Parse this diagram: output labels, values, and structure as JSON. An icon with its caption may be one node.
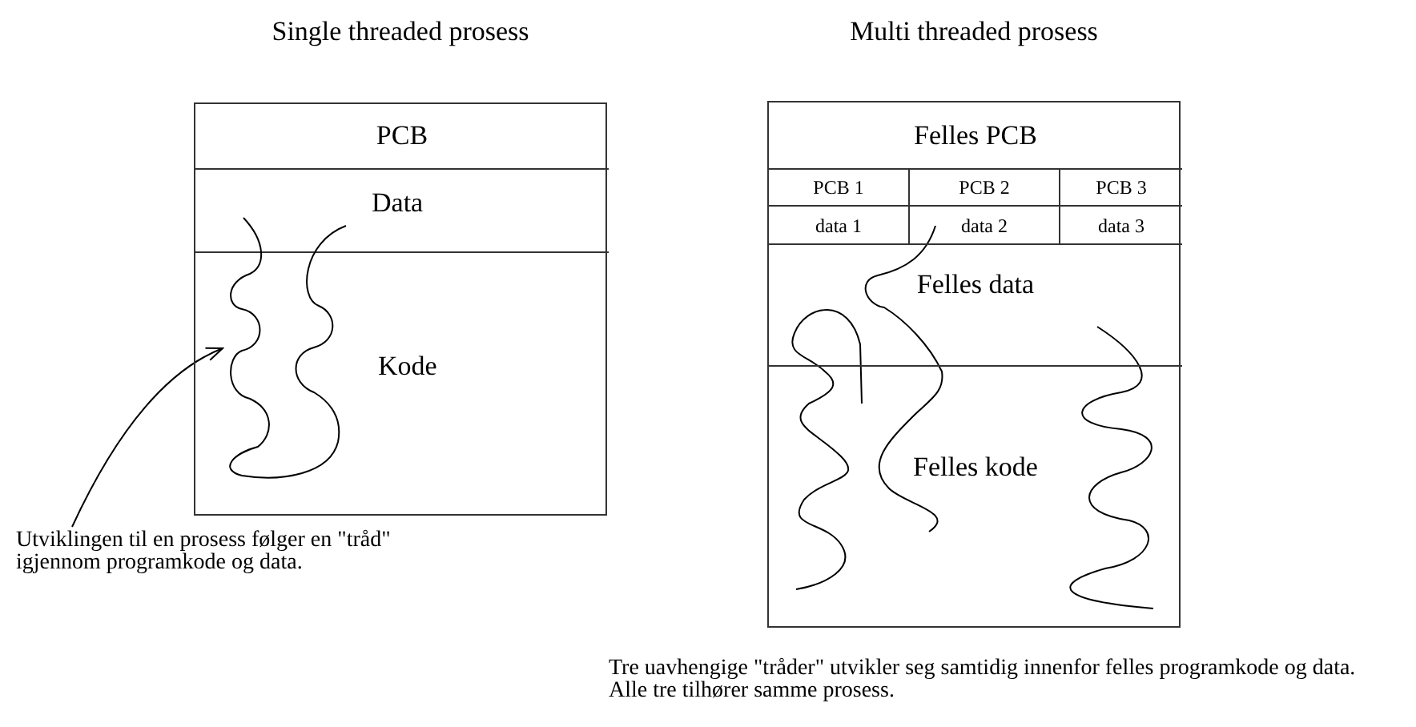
{
  "diagram": {
    "nodes": [
      {
        "text": [
          "Single threaded prosess"
        ]
      },
      {
        "text": [
          "PCB"
        ],
        "in": 0
      },
      {
        "text": [
          "Data"
        ],
        "in": 0
      },
      {
        "text": [
          "Kode"
        ],
        "in": 0
      },
      {
        "text": [],
        "shape": "curve",
        "in": 0
      },
      {
        "text": [
          "Utviklingen til en prosess følger en \"tråd\" igjennom programkode og data."
        ]
      },
      {
        "text": [
          "Multi threaded prosess"
        ]
      },
      {
        "text": [
          "Felles PCB"
        ],
        "in": 6
      },
      {
        "text": [
          "PCB 1"
        ],
        "in": 6
      },
      {
        "text": [
          "data 1"
        ],
        "in": 6
      },
      {
        "text": [
          "PCB 2"
        ],
        "in": 6
      },
      {
        "text": [
          "data 2"
        ],
        "in": 6
      },
      {
        "text": [
          "PCB 3"
        ],
        "in": 6
      },
      {
        "text": [
          "data 3"
        ],
        "in": 6
      },
      {
        "text": [
          "Felles data"
        ],
        "in": 6
      },
      {
        "text": [
          "Felles kode"
        ],
        "in": 6
      }
    ],
    "edges": [
      {
        "from": 5,
        "to": 4,
        "arrow": "to"
      }
    ],
    "labels": [
      "Tre uavhengige \"tråder\" utvikler seg samtidig innenfor felles programkode og data. Alle tre tilhører samme prosess."
    ]
  }
}
